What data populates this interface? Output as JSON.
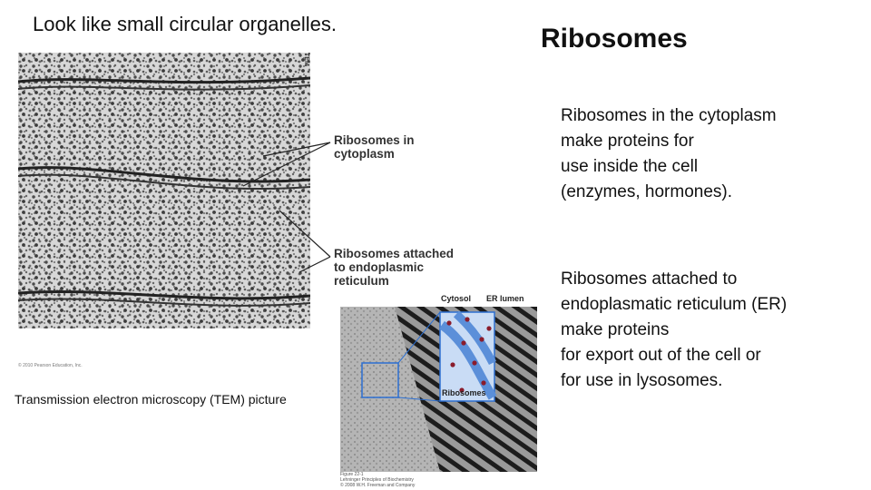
{
  "slide": {
    "subtitle": "Look like small circular organelles.",
    "title": "Ribosomes",
    "paragraph_1": "Ribosomes in the cytoplasm\nmake proteins for\nuse inside the cell\n(enzymes, hormones).",
    "paragraph_2": "Ribosomes attached to\nendoplasmatic reticulum (ER)\nmake proteins\nfor export out of the cell or\nfor use in lysosomes.",
    "caption": "Transmission electron microscopy (TEM) picture"
  },
  "tem_figure": {
    "corner_tag": "TEM",
    "label_cytoplasm": "Ribosomes in\ncytoplasm",
    "label_er": "Ribosomes attached\nto endoplasmic\nreticulum",
    "copyright": "© 2010 Pearson Education, Inc."
  },
  "er_figure": {
    "label_cytosol": "Cytosol",
    "label_er_lumen": "ER lumen",
    "label_ribosomes": "Ribosomes",
    "figure_note": "Figure 22-1\nLehninger Principles of Biochemistry\n© 2008 W.H. Freeman and Company"
  }
}
